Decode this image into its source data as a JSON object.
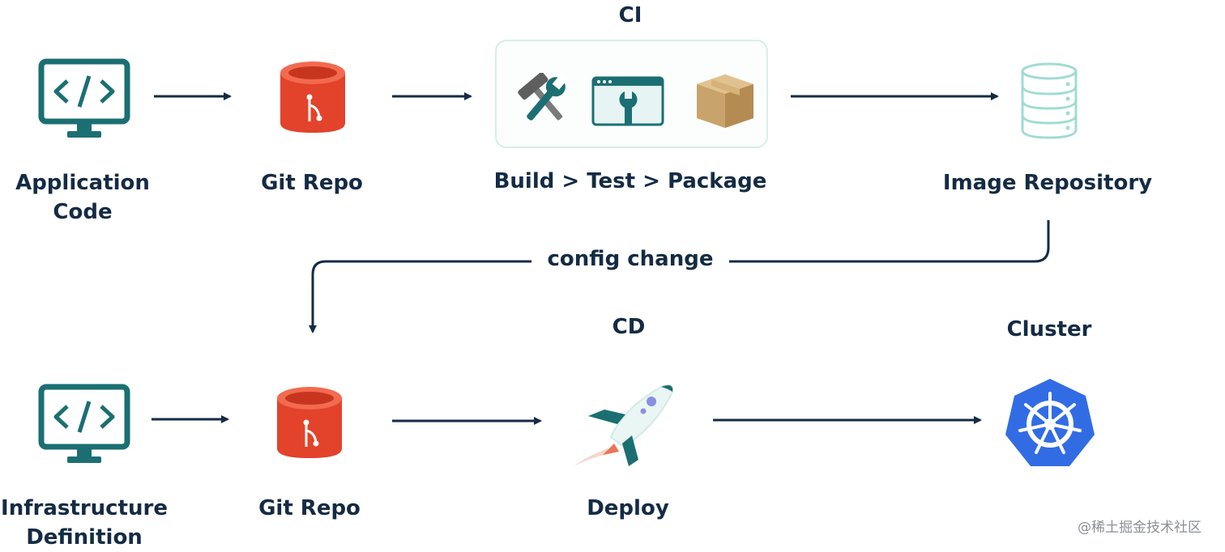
{
  "ci": {
    "header": "CI",
    "stage_label": "Build > Test > Package"
  },
  "cd": {
    "header": "CD"
  },
  "cluster": {
    "header": "Cluster"
  },
  "top_row": {
    "app_code": "Application Code",
    "git_repo": "Git Repo",
    "image_repo": "Image Repository"
  },
  "bottom_row": {
    "infra_def": "Infrastructure Definition",
    "git_repo": "Git Repo",
    "deploy": "Deploy"
  },
  "connector_label": "config change",
  "watermark": "@稀土掘金技术社区",
  "icons": {
    "app_code": "code-monitor-icon",
    "git_repo": "git-repo-icon",
    "build": "hammer-wrench-icon",
    "test": "browser-wrench-icon",
    "package": "box-icon",
    "image_repo": "database-icon",
    "infra_def": "code-monitor-icon",
    "deploy": "rocket-icon",
    "cluster": "kubernetes-icon"
  },
  "colors": {
    "text": "#142b44",
    "teal": "#1b6f73",
    "git_red": "#e2432a",
    "k8s_blue": "#326ce5",
    "arrow": "#142b44"
  }
}
